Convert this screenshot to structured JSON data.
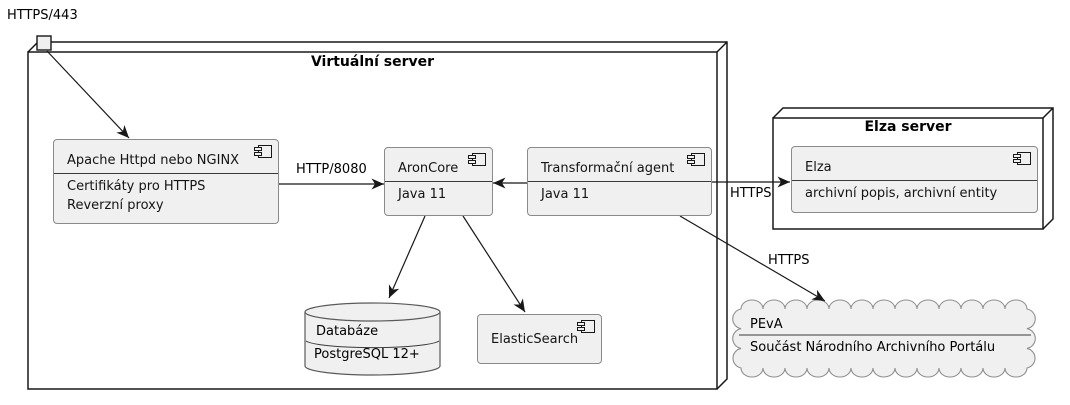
{
  "diagram": {
    "external_port_label": "HTTPS/443",
    "virtual_server": {
      "title": "Virtuální server",
      "apache": {
        "title": "Apache Httpd nebo NGINX",
        "line1": "Certifikáty pro HTTPS",
        "line2": "Reverzní proxy"
      },
      "aroncore": {
        "title": "AronCore",
        "line1": "Java 11"
      },
      "agent": {
        "title": "Transformační agent",
        "line1": "Java 11"
      },
      "database": {
        "title": "Databáze",
        "line1": "PostgreSQL 12+"
      },
      "elasticsearch": {
        "title": "ElasticSearch"
      }
    },
    "elza_server": {
      "title": "Elza server",
      "elza": {
        "title": "Elza",
        "line1": "archivní popis, archivní entity"
      }
    },
    "peva_cloud": {
      "title": "PEvA",
      "line1": "Součást Národního Archivního Portálu"
    },
    "edges": {
      "apache_aroncore": "HTTP/8080",
      "agent_elza": "HTTPS",
      "agent_peva": "HTTPS"
    },
    "colors": {
      "shape_fill": "#F0F0F0",
      "border": "#181818",
      "background": "#FFFFFF"
    }
  }
}
